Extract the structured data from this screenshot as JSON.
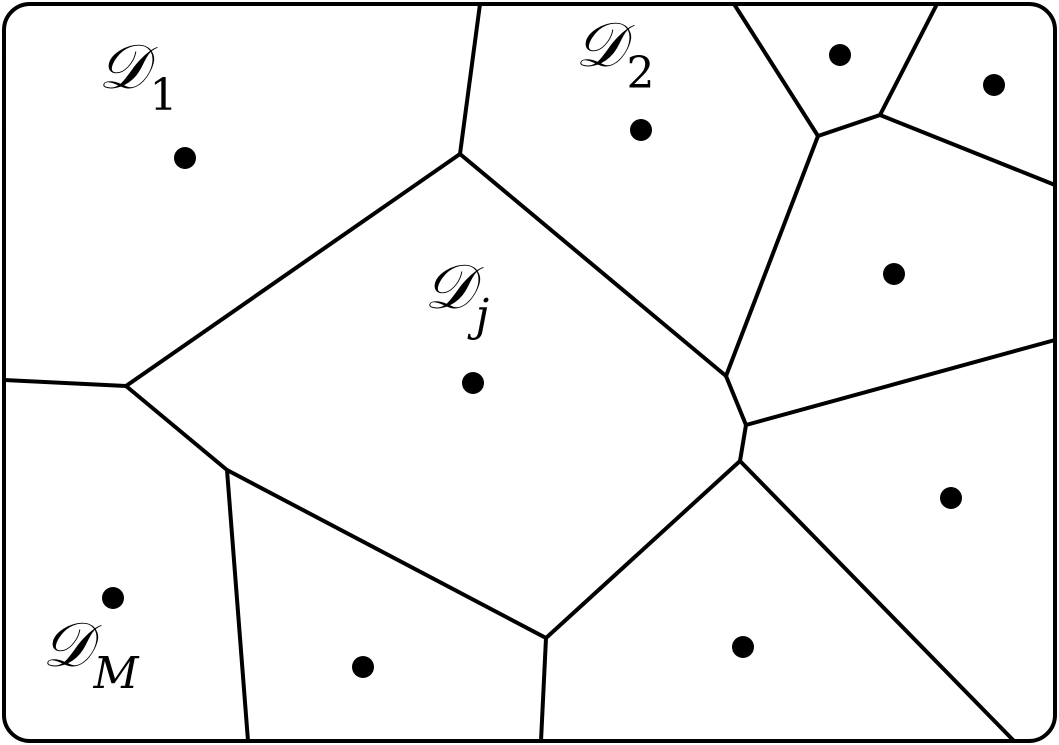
{
  "diagram": {
    "regions": [
      {
        "id": "region-1",
        "symbol": "𝒟",
        "subscript": "1"
      },
      {
        "id": "region-2",
        "symbol": "𝒟",
        "subscript": "2"
      },
      {
        "id": "region-j",
        "symbol": "𝒟",
        "subscript": "j"
      },
      {
        "id": "region-m",
        "symbol": "𝒟",
        "subscript": "M"
      }
    ],
    "colors": {
      "line": "#000000",
      "background": "#ffffff"
    }
  }
}
